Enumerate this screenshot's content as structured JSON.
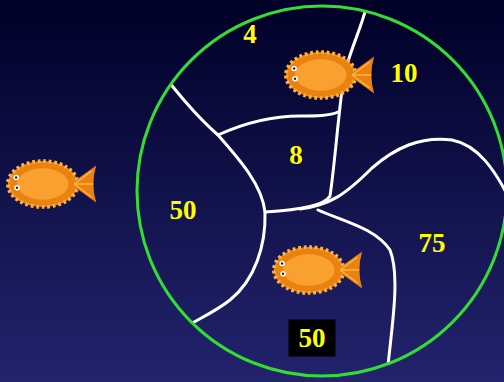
{
  "diagram": {
    "labels": [
      "4",
      "10",
      "8",
      "50",
      "75",
      "50"
    ]
  }
}
